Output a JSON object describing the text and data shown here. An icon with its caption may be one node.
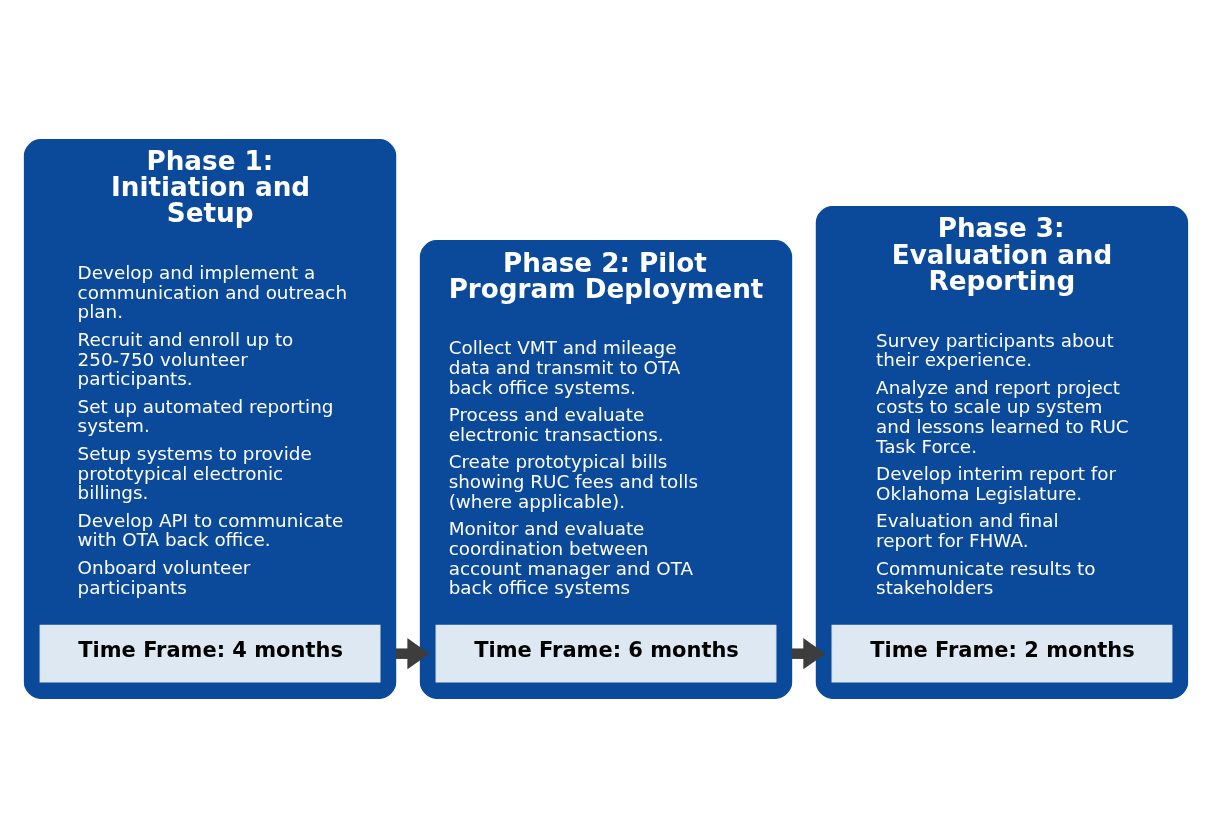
{
  "diagram": {
    "nodes": [
      {
        "text": [
          "Phase 1: Initiation and Setup",
          "Develop and implement a communication and outreach plan.",
          "Recruit and enroll up to 250-750 volunteer participants.",
          "Set up automated reporting system.",
          "Setup systems to provide prototypical electronic billings.",
          "Develop API to communicate with OTA back office.",
          "Onboard volunteer participants"
        ]
      },
      {
        "text": [
          "Time Frame: 4 months"
        ],
        "in": 0
      },
      {
        "text": [
          "Phase 2: Pilot Program Deployment",
          "Collect VMT and mileage data and transmit to OTA back office systems.",
          "Process and evaluate electronic transactions.",
          "Create prototypical bills showing RUC fees and tolls (where applicable).",
          "Monitor and evaluate coordination between account manager and OTA back office systems"
        ]
      },
      {
        "text": [
          "Time Frame: 6 months"
        ],
        "in": 2
      },
      {
        "text": [
          "Phase 3: Evaluation and Reporting",
          "Survey participants about their experience.",
          "Analyze and report project costs to scale up system and lessons learned to RUC Task Force.",
          "Develop interim report for Oklahoma Legislature.",
          "Evaluation and final report for FHWA.",
          "Communicate results to stakeholders"
        ]
      },
      {
        "text": [
          "Time Frame: 2 months"
        ],
        "in": 4
      }
    ],
    "edges": [
      {
        "from": 0,
        "to": 2,
        "arrow": "to"
      },
      {
        "from": 2,
        "to": 4,
        "arrow": "to"
      }
    ]
  }
}
